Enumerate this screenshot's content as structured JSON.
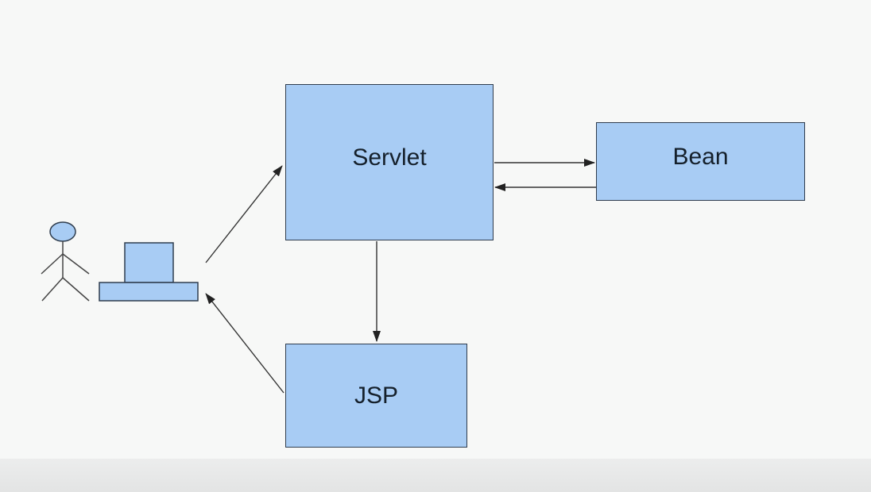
{
  "diagram": {
    "nodes": {
      "servlet": "Servlet",
      "bean": "Bean",
      "jsp": "JSP"
    },
    "icons": {
      "user": "stick-figure-icon",
      "client": "computer-icon"
    },
    "edges": [
      {
        "from": "client",
        "to": "servlet"
      },
      {
        "from": "servlet",
        "to": "bean"
      },
      {
        "from": "bean",
        "to": "servlet"
      },
      {
        "from": "servlet",
        "to": "jsp"
      },
      {
        "from": "jsp",
        "to": "client"
      }
    ],
    "colors": {
      "box_fill": "#a8ccf4",
      "stroke": "#2f3d4e",
      "text": "#15202b",
      "background": "#f7f8f7"
    }
  }
}
